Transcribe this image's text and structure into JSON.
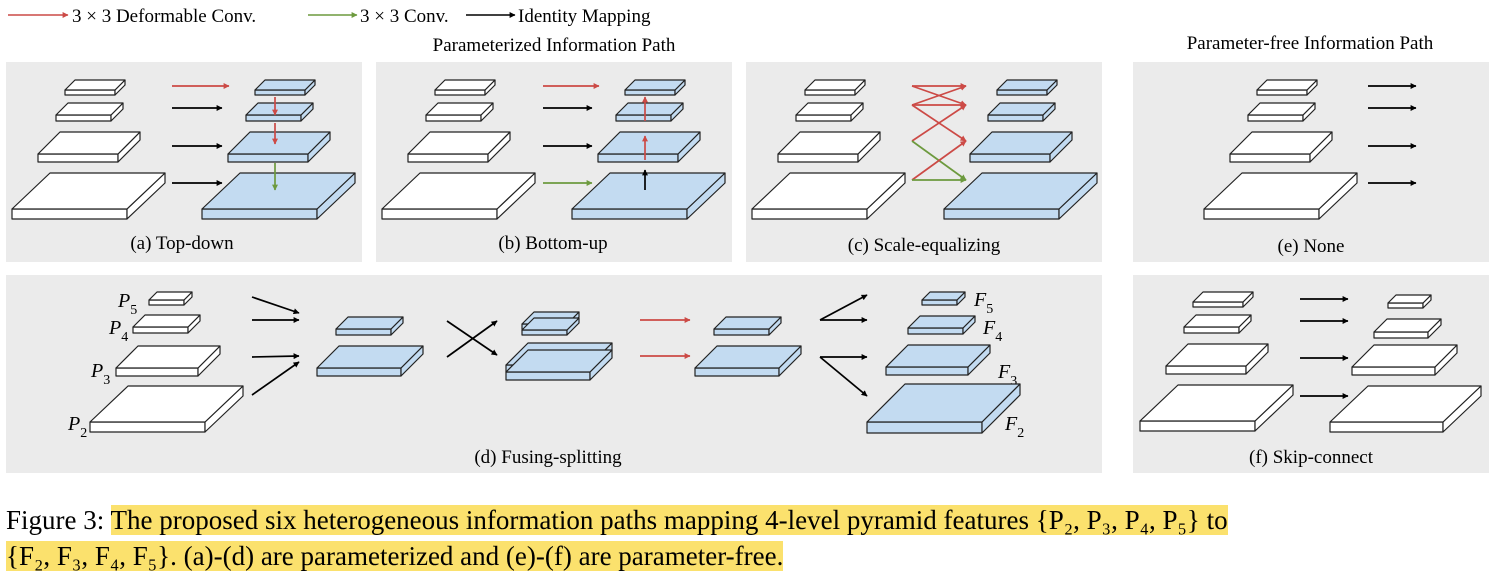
{
  "legend": {
    "deformable": "3 × 3 Deformable Conv.",
    "conv": "3 × 3 Conv.",
    "identity": "Identity Mapping"
  },
  "headers": {
    "parameterized": "Parameterized Information Path",
    "parameter_free": "Parameter-free Information Path"
  },
  "panels": [
    {
      "id": "a",
      "label": "(a) Top-down"
    },
    {
      "id": "b",
      "label": "(b) Bottom-up"
    },
    {
      "id": "c",
      "label": "(c) Scale-equalizing"
    },
    {
      "id": "e",
      "label": "(e) None"
    },
    {
      "id": "d",
      "label": "(d) Fusing-splitting"
    },
    {
      "id": "f",
      "label": "(f) Skip-connect"
    }
  ],
  "inputs": [
    {
      "base": "P",
      "sub": "5"
    },
    {
      "base": "P",
      "sub": "4"
    },
    {
      "base": "P",
      "sub": "3"
    },
    {
      "base": "P",
      "sub": "2"
    }
  ],
  "outputs": [
    {
      "base": "F",
      "sub": "5"
    },
    {
      "base": "F",
      "sub": "4"
    },
    {
      "base": "F",
      "sub": "3"
    },
    {
      "base": "F",
      "sub": "2"
    }
  ],
  "caption": {
    "prefix": "Figure 3:",
    "line1": "The proposed six heterogeneous information paths mapping 4-level pyramid features {P₂, P₃, P₄, P₅} to",
    "line2": "{F₂, F₃, F₄, F₅}. (a)-(d) are parameterized and (e)-(f) are parameter-free."
  },
  "colors": {
    "deformable": "#cc4a46",
    "conv": "#6d9a3e",
    "identity": "#000000",
    "panel_bg": "#ebebeb",
    "feature_blue": "#c3dbf1",
    "feature_white": "#ffffff",
    "highlight": "#fbe16d"
  }
}
